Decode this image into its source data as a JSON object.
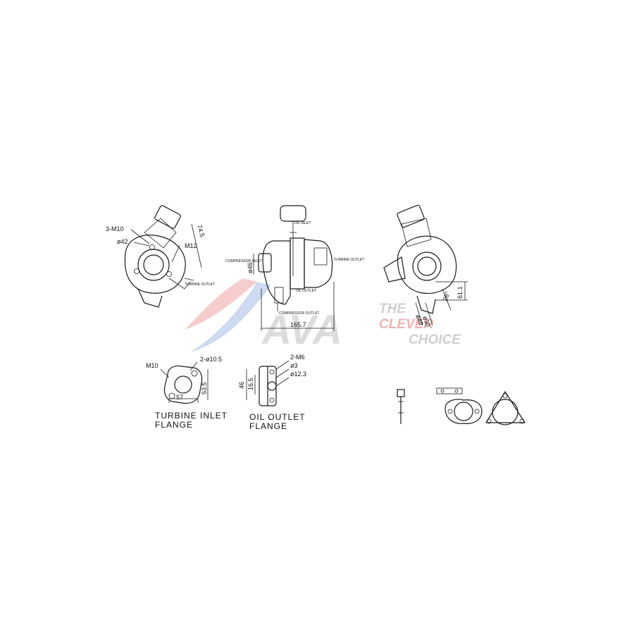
{
  "watermark": {
    "brand": "AVA",
    "tagline_1": "THE",
    "tagline_2": "CLEVER",
    "tagline_3": "CHOICE",
    "colors": {
      "gray": "#d6d6d6",
      "red": "#f2b8b8",
      "blue": "#b9cbea"
    }
  },
  "left_view": {
    "bolt_label": "3-M10",
    "diameter_label": "ø42",
    "thread_label": "M12",
    "length_label": "74.5",
    "outlet_label": "TURBINE OUTLET"
  },
  "center_view": {
    "compressor_inlet": "COMPRESSOR INLET",
    "compressor_outlet": "COMPRESSOR OUTLET",
    "turbine_outlet": "TURBINE OUTLET",
    "oil_inlet": "OIL INLET",
    "oil_outlet": "OIL OUTLET",
    "diameter_label": "ø46",
    "width_label": "165.7"
  },
  "right_view": {
    "height_label": "61.1",
    "angle_label": "28°",
    "dia_inner": "ø30",
    "dia_outer": "ø40"
  },
  "turbine_flange": {
    "thread_label": "M10",
    "holes_label": "2-ø10.5",
    "width_label": "57",
    "height_label": "53.5",
    "title_line1": "TURBINE INLET",
    "title_line2": "FLANGE"
  },
  "oil_flange": {
    "thread_label": "2-M6",
    "dia_small": "ø3",
    "dia_large": "ø12.3",
    "height_outer": "46",
    "height_inner": "16.5",
    "title_line1": "OIL OUTLET",
    "title_line2": "FLANGE"
  }
}
